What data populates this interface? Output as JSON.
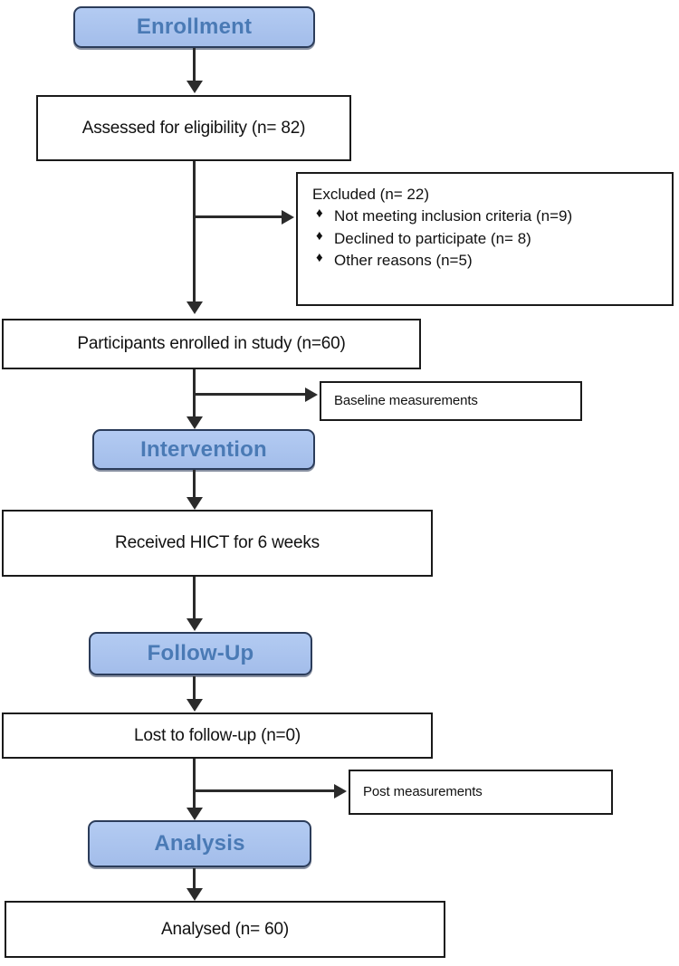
{
  "diagram": {
    "title": "CONSORT participant flow diagram",
    "colors": {
      "stage_fill": "#a9c5f0",
      "stage_border": "#2b3c5a",
      "stage_text": "#4a7ab5",
      "box_border": "#1a1a1a",
      "box_fill": "#ffffff",
      "connector": "#2b2b2b",
      "page_background": "#ffffff"
    }
  },
  "stages": {
    "enrollment": "Enrollment",
    "intervention": "Intervention",
    "follow_up": "Follow-Up",
    "analysis": "Analysis"
  },
  "nodes": {
    "assessed": "Assessed for eligibility (n= 82)",
    "enrolled": "Participants enrolled in study (n=60)",
    "baseline": "Baseline measurements",
    "received": "Received HICT for 6 weeks",
    "lost": "Lost to follow-up (n=0)",
    "post": "Post measurements",
    "analysed": "Analysed (n= 60)"
  },
  "excluded": {
    "title": "Excluded (n= 22)",
    "bullet_glyph": "♦",
    "reasons": [
      "Not meeting inclusion criteria (n=9)",
      "Declined to participate (n= 8)",
      "Other reasons (n=5)"
    ]
  }
}
